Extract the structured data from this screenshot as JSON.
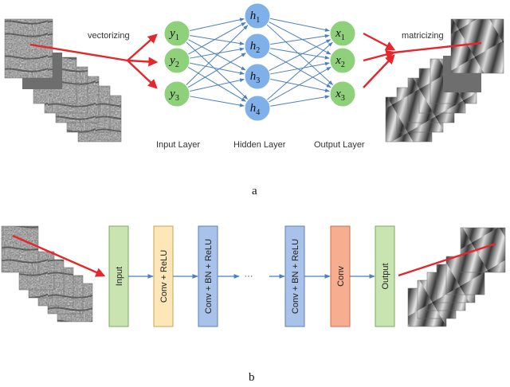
{
  "panel_a": {
    "vectorizing": "vectorizing",
    "matricizing": "matricizing",
    "input_layer": "Input Layer",
    "hidden_layer": "Hidden Layer",
    "output_layer": "Output Layer",
    "input_nodes": [
      {
        "base": "y",
        "sub": "1"
      },
      {
        "base": "y",
        "sub": "2"
      },
      {
        "base": "y",
        "sub": "3"
      }
    ],
    "hidden_nodes": [
      {
        "base": "h",
        "sub": "1"
      },
      {
        "base": "h",
        "sub": "2"
      },
      {
        "base": "h",
        "sub": "3"
      },
      {
        "base": "h",
        "sub": "4"
      }
    ],
    "output_nodes": [
      {
        "base": "x",
        "sub": "1"
      },
      {
        "base": "x",
        "sub": "2"
      },
      {
        "base": "x",
        "sub": "3"
      }
    ],
    "caption": "a"
  },
  "panel_b": {
    "blocks": [
      "Input",
      "Conv + ReLU",
      "Conv + BN + ReLU",
      "Conv + BN + ReLU",
      "Conv",
      "Output"
    ],
    "ellipsis": "···",
    "caption": "b"
  },
  "colors": {
    "green_node": "#8fd07a",
    "blue_node": "#7fb0ea",
    "edge": "#4a7fc0",
    "red_arrow": "#e5262a",
    "block_input": "#c9e3b1",
    "block_relu": "#fde7b8",
    "block_bn": "#a9c2ea",
    "block_conv": "#f6ad90",
    "block_output": "#c9e3b1"
  }
}
